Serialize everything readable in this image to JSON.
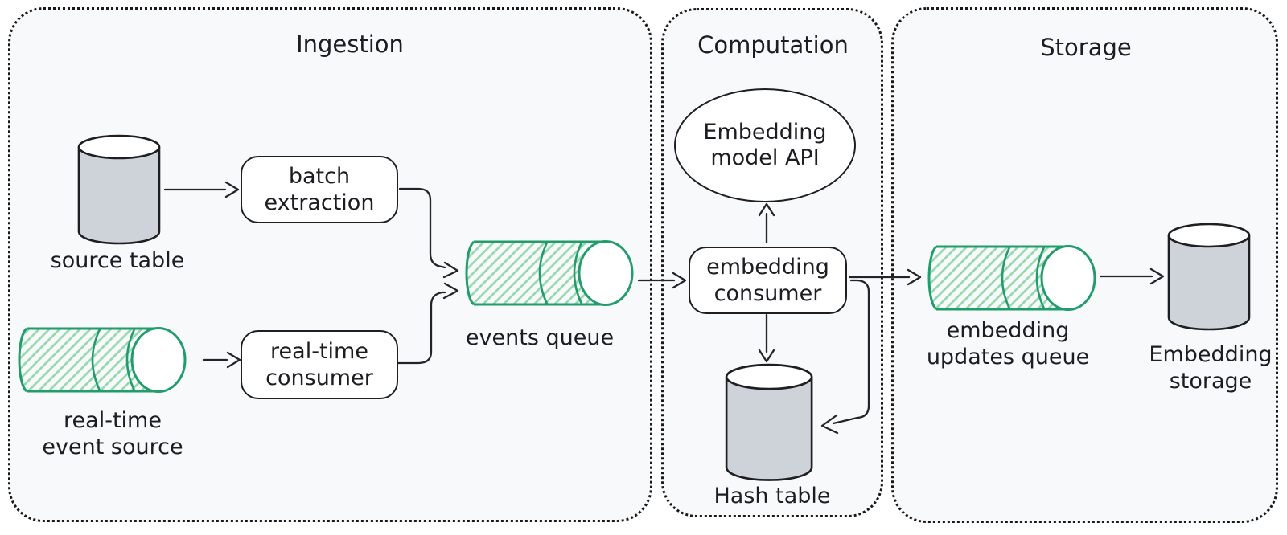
{
  "sections": {
    "ingestion": {
      "title": "Ingestion"
    },
    "computation": {
      "title": "Computation"
    },
    "storage": {
      "title": "Storage"
    }
  },
  "nodes": {
    "source_table": {
      "label": "source table",
      "type": "database-cylinder"
    },
    "batch_extraction": {
      "line1": "batch",
      "line2": "extraction",
      "type": "process-box"
    },
    "real_time_event_source": {
      "line1": "real-time",
      "line2": "event source",
      "type": "queue-cylinder"
    },
    "real_time_consumer": {
      "line1": "real-time",
      "line2": "consumer",
      "type": "process-box"
    },
    "events_queue": {
      "label": "events queue",
      "type": "queue-cylinder"
    },
    "embedding_model_api": {
      "line1": "Embedding",
      "line2": "model API",
      "type": "ellipse"
    },
    "embedding_consumer": {
      "line1": "embedding",
      "line2": "consumer",
      "type": "process-box"
    },
    "hash_table": {
      "label": "Hash table",
      "type": "database-cylinder"
    },
    "embedding_updates_queue": {
      "line1": "embedding",
      "line2": "updates queue",
      "type": "queue-cylinder"
    },
    "embedding_storage": {
      "line1": "Embedding",
      "line2": "storage",
      "type": "database-cylinder"
    }
  },
  "edges": [
    {
      "from": "source_table",
      "to": "batch_extraction"
    },
    {
      "from": "batch_extraction",
      "to": "events_queue"
    },
    {
      "from": "real_time_event_source",
      "to": "real_time_consumer"
    },
    {
      "from": "real_time_consumer",
      "to": "events_queue"
    },
    {
      "from": "events_queue",
      "to": "embedding_consumer"
    },
    {
      "from": "embedding_consumer",
      "to": "embedding_model_api"
    },
    {
      "from": "embedding_consumer",
      "to": "hash_table"
    },
    {
      "from": "embedding_consumer",
      "to": "embedding_updates_queue"
    },
    {
      "from": "embedding_consumer",
      "to": "hash_table",
      "note": "loop-right"
    },
    {
      "from": "embedding_updates_queue",
      "to": "embedding_storage"
    }
  ],
  "colors": {
    "green_stroke": "#219c6b",
    "green_hatch": "#93d8ab",
    "gray_fill": "#ced3da",
    "ink": "#1e1f23",
    "panel_bg": "#f8f9fa"
  }
}
